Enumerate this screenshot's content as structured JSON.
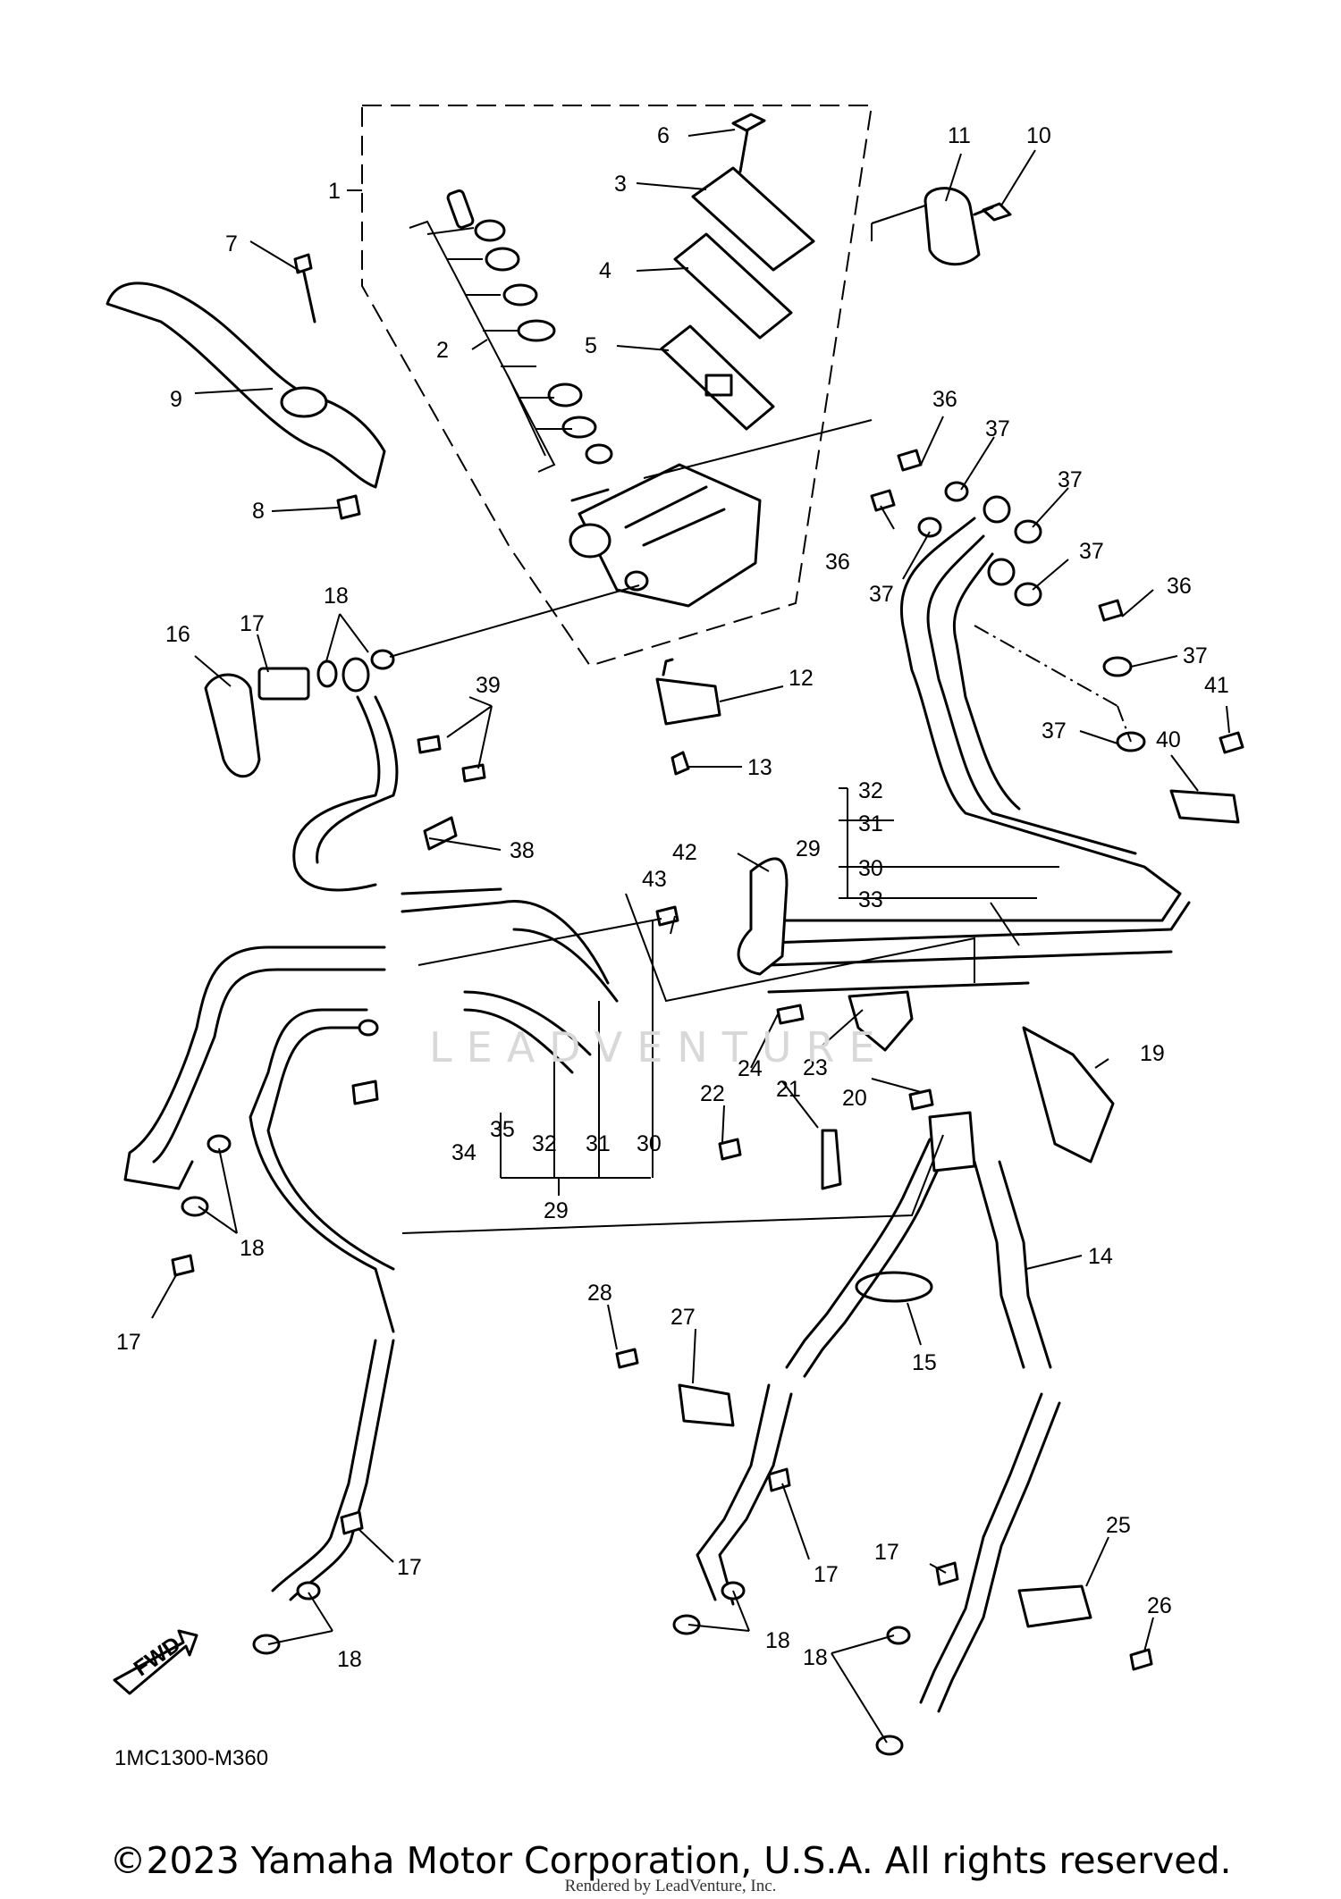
{
  "diagram": {
    "code": "1MC1300-M360",
    "fwd_label": "FWD",
    "watermark": "LEADVENTURE",
    "callouts": {
      "c1": "1",
      "c2": "2",
      "c3": "3",
      "c4": "4",
      "c5": "5",
      "c6": "6",
      "c7": "7",
      "c8": "8",
      "c9": "9",
      "c10": "10",
      "c11": "11",
      "c12": "12",
      "c13": "13",
      "c14": "14",
      "c15": "15",
      "c16": "16",
      "c17a": "17",
      "c17b": "17",
      "c17c": "17",
      "c17d": "17",
      "c17e": "17",
      "c18a": "18",
      "c18b": "18",
      "c18c": "18",
      "c18d": "18",
      "c18e": "18",
      "c19": "19",
      "c20": "20",
      "c21": "21",
      "c22": "22",
      "c23": "23",
      "c24": "24",
      "c25": "25",
      "c26": "26",
      "c27": "27",
      "c28": "28",
      "c29a": "29",
      "c29b": "29",
      "c30a": "30",
      "c30b": "30",
      "c31a": "31",
      "c31b": "31",
      "c32a": "32",
      "c32b": "32",
      "c33": "33",
      "c34": "34",
      "c35": "35",
      "c36a": "36",
      "c36b": "36",
      "c36c": "36",
      "c37a": "37",
      "c37b": "37",
      "c37c": "37",
      "c37d": "37",
      "c37e": "37",
      "c37f": "37",
      "c38": "38",
      "c39": "39",
      "c40": "40",
      "c41": "41",
      "c42": "42",
      "c43": "43"
    }
  },
  "footer": {
    "copyright": "©2023 Yamaha Motor Corporation, U.S.A. All rights reserved.",
    "rendered_by": "Rendered by LeadVenture, Inc."
  }
}
